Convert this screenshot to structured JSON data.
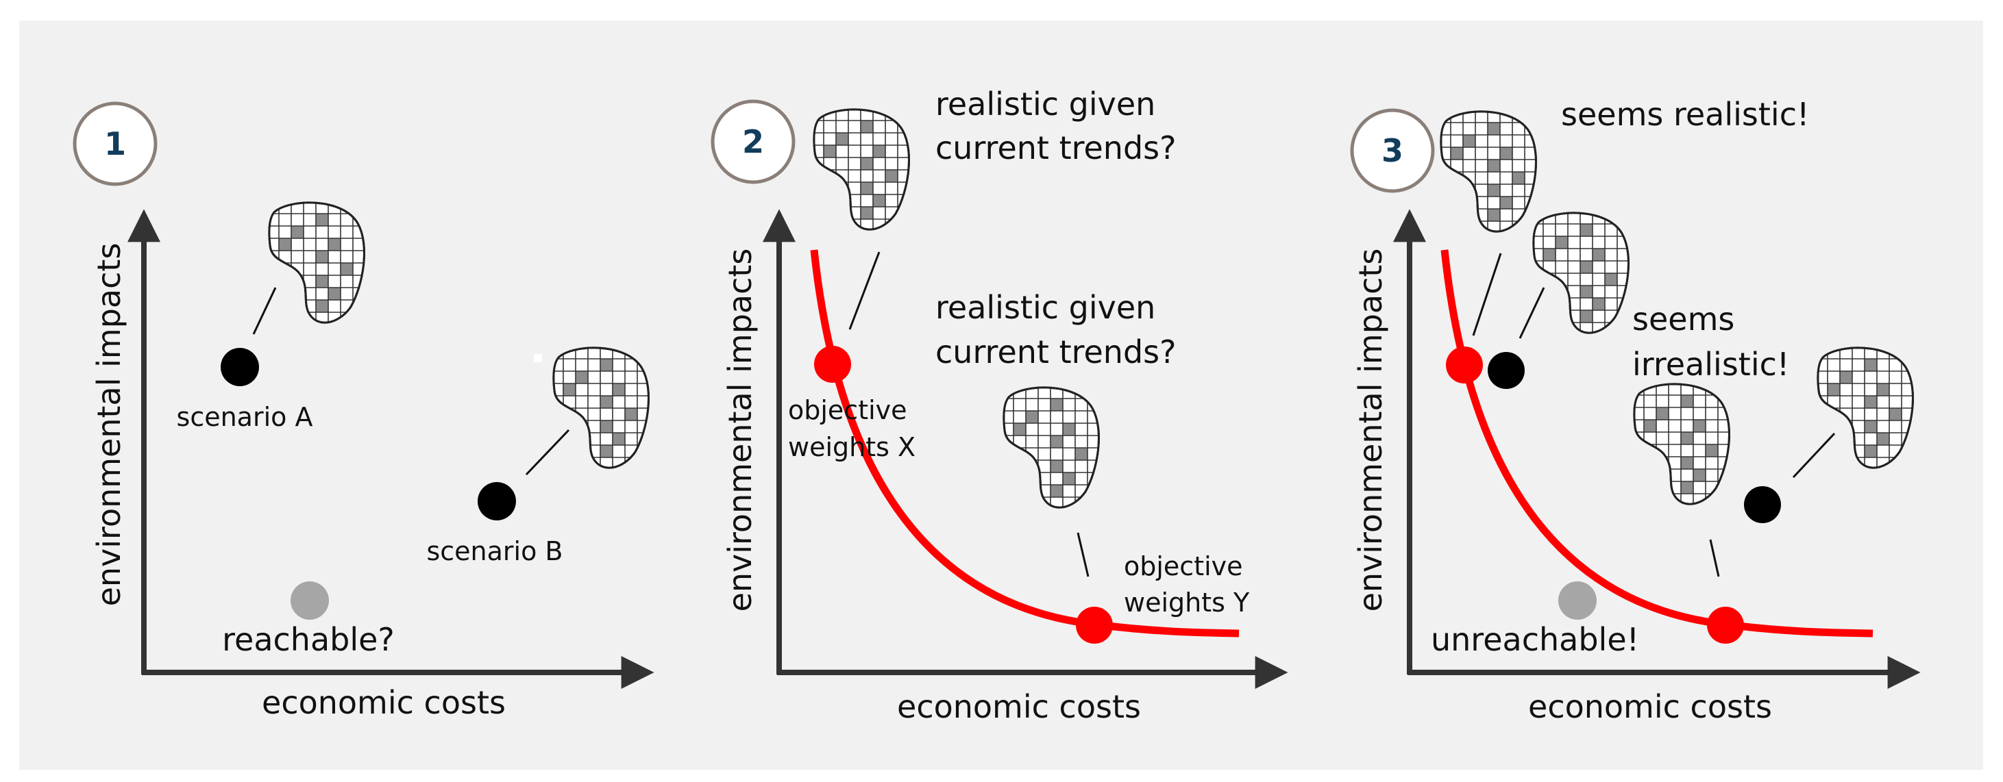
{
  "colors": {
    "background": "#f1f1f1",
    "axis": "#333333",
    "curve": "#ff0000",
    "scenario": "#000000",
    "unreachable": "#a6a6a6",
    "badge_border": "#8a7f78",
    "badge_number": "#123d5b",
    "map_cell_shaded": "#8c8c8c"
  },
  "panels": [
    {
      "number": "1",
      "y_axis_label": "environmental impacts",
      "x_axis_label": "economic costs",
      "labels": {
        "scenario_a": "scenario A",
        "scenario_b": "scenario B",
        "question": "reachable?"
      }
    },
    {
      "number": "2",
      "y_axis_label": "environmental impacts",
      "x_axis_label": "economic costs",
      "labels": {
        "question_top": [
          "realistic given",
          "current trends?"
        ],
        "question_mid": [
          "realistic given",
          "current trends?"
        ],
        "weights_x": [
          "objective",
          "weights X"
        ],
        "weights_y": [
          "objective",
          "weights Y"
        ]
      }
    },
    {
      "number": "3",
      "y_axis_label": "environmental impacts",
      "x_axis_label": "economic costs",
      "labels": {
        "realistic": "seems realistic!",
        "irrealistic": [
          "seems",
          "irrealistic!"
        ],
        "unreachable": "unreachable!"
      }
    }
  ],
  "icons": [
    "land-use-map-icon"
  ]
}
